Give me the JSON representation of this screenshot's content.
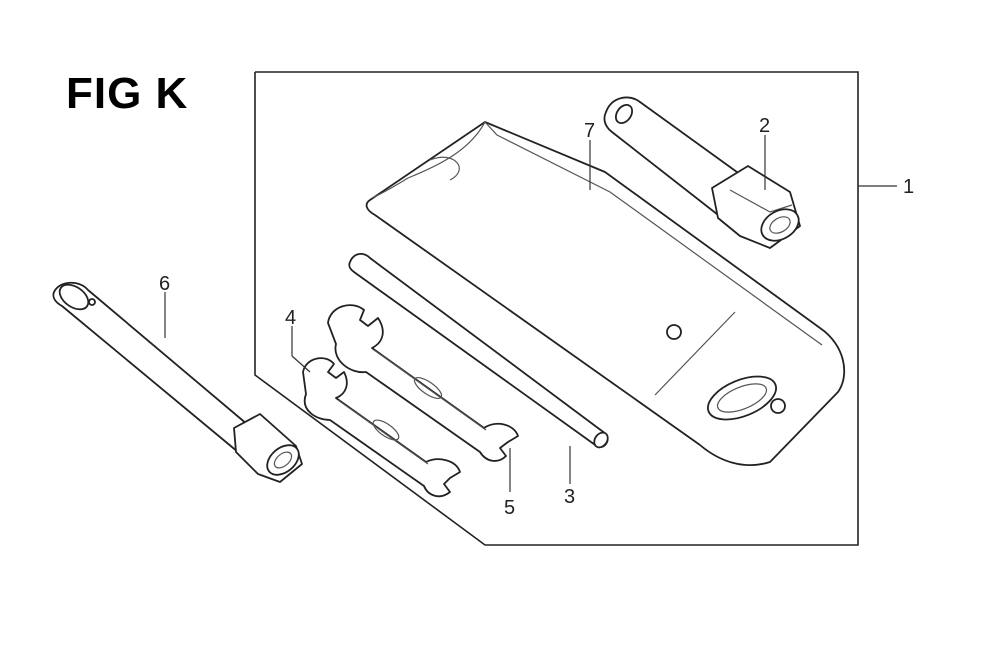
{
  "figure": {
    "title": "FIG K",
    "callouts": {
      "c1": "1",
      "c2": "2",
      "c3": "3",
      "c4": "4",
      "c5": "5",
      "c6": "6",
      "c7": "7"
    }
  }
}
